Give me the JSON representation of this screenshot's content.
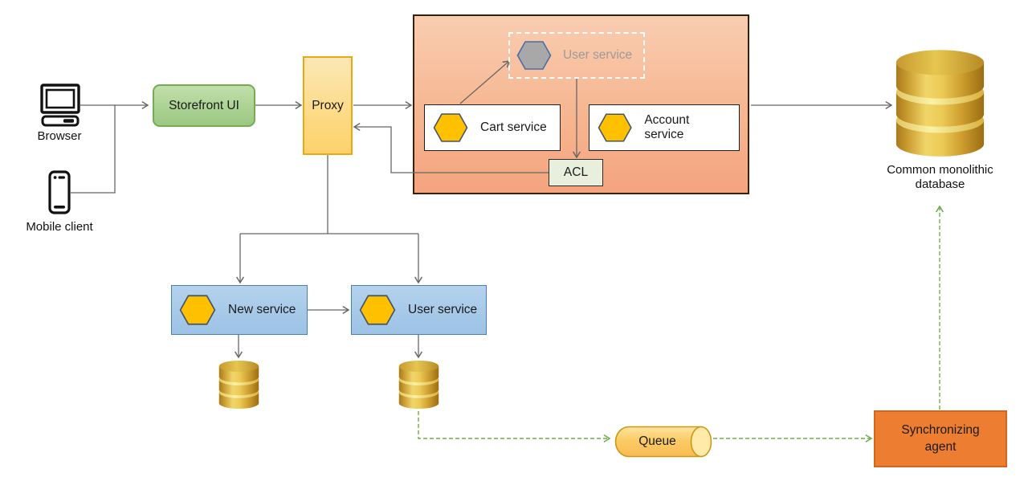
{
  "diagram": {
    "nodes": {
      "browser": {
        "label": "Browser"
      },
      "mobile_client": {
        "label": "Mobile client"
      },
      "storefront_ui": {
        "label": "Storefront UI"
      },
      "proxy": {
        "label": "Proxy"
      },
      "legacy_container": {
        "user_service_planned": {
          "label": "User service"
        },
        "cart_service": {
          "label": "Cart service"
        },
        "account_service": {
          "label": "Account service"
        },
        "acl": {
          "label": "ACL"
        }
      },
      "common_database": {
        "label": "Common monolithic database"
      },
      "new_service": {
        "label": "New service"
      },
      "user_service_new": {
        "label": "User service"
      },
      "queue": {
        "label": "Queue"
      },
      "synchronizing_agent": {
        "label": "Synchronizing agent"
      }
    },
    "colors": {
      "connector-gray": "#666666",
      "connector-green": "#70ad47",
      "hexagon-orange": "#ffc000",
      "hexagon-gray": "#a8a8a8",
      "sync-orange": "#ed7d31",
      "storefront-green": "#a6cf8d",
      "proxy-yellow": "#fdda85",
      "legacy-salmon": "#f6b691",
      "service-blue": "#9cc2e5",
      "database-gold": "#e0b445"
    }
  }
}
